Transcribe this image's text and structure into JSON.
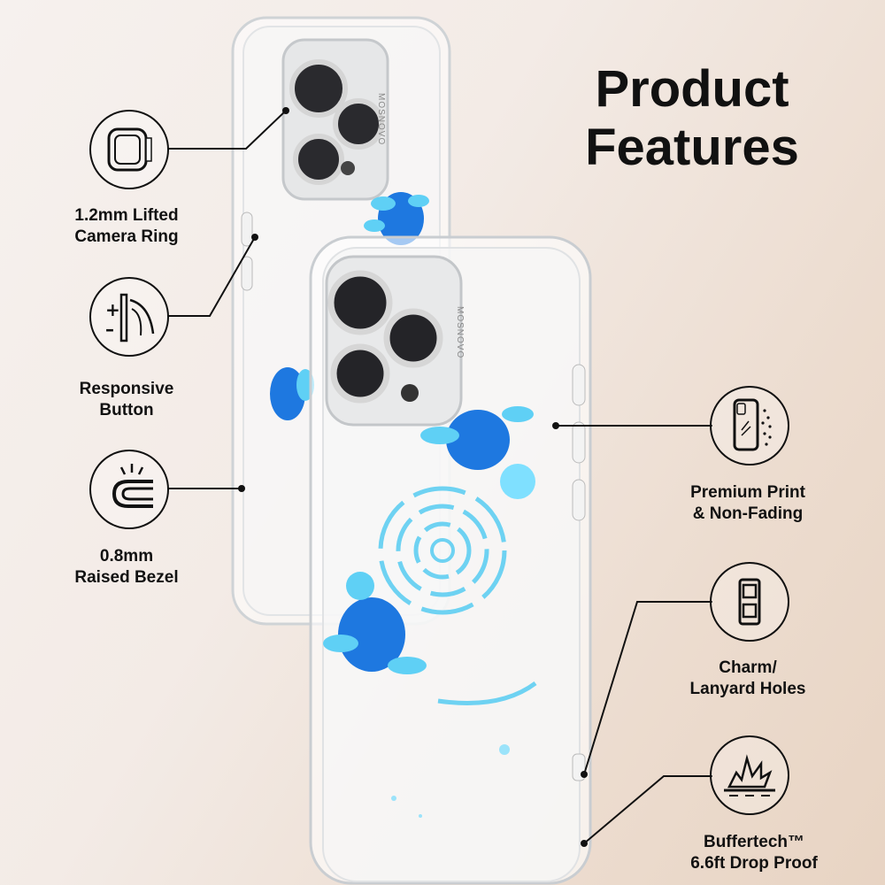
{
  "title": {
    "line1": "Product",
    "line2": "Features"
  },
  "brand_text": "MOSNOVO",
  "features_left": [
    {
      "label_line1": "1.2mm Lifted",
      "label_line2": "Camera Ring",
      "icon": "camera-ring-icon"
    },
    {
      "label_line1": "Responsive",
      "label_line2": "Button",
      "icon": "side-button-icon"
    },
    {
      "label_line1": "0.8mm",
      "label_line2": "Raised Bezel",
      "icon": "raised-bezel-icon"
    }
  ],
  "features_right": [
    {
      "label_line1": "Premium Print",
      "label_line2": "& Non-Fading",
      "icon": "print-phone-icon"
    },
    {
      "label_line1": "Charm/",
      "label_line2": "Lanyard Holes",
      "icon": "lanyard-holes-icon"
    },
    {
      "label_line1": "Buffertech™",
      "label_line2": "6.6ft Drop Proof",
      "icon": "drop-impact-icon"
    }
  ],
  "colors": {
    "accent_turtle": "#1e78e0",
    "turtle_light": "#5fd0f5",
    "background": "#f3ebe6",
    "text": "#111111"
  }
}
